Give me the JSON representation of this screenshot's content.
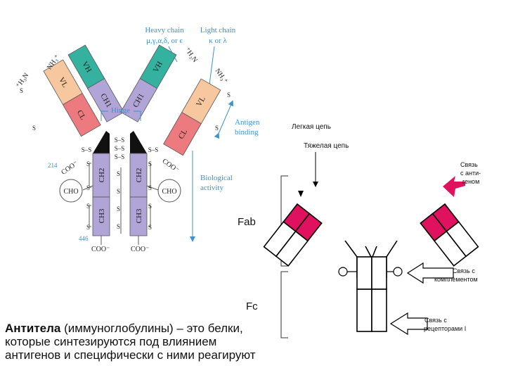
{
  "left_diagram": {
    "heavy_chain_title": "Heavy chain",
    "heavy_chain_types": "μ,γ,α,δ, or ϵ",
    "light_chain_title": "Light chain",
    "light_chain_types": "κ or λ",
    "nh3_left": "⁺H₃N",
    "nh3_left_inner": "NH₃⁺",
    "nh3_right_inner": "⁺H₃N",
    "nh3_right": "NH₃⁺",
    "hinge": "Hinge",
    "antigen_binding_1": "Antigen",
    "antigen_binding_2": "binding",
    "biological_activity_1": "Biological",
    "biological_activity_2": "activity",
    "cho": "CHO",
    "coo": "COO⁻",
    "residue_214": "214",
    "residue_446": "446",
    "bond_s": "S",
    "bond_ss": "S–S",
    "domains": {
      "vl": "VL",
      "cl": "CL",
      "vh": "VH",
      "ch1": "CH1",
      "ch2": "CH2",
      "ch3": "CH3"
    },
    "colors": {
      "vl": "#f7c7a0",
      "cl": "#ec7a7e",
      "vh": "#35b1a0",
      "ch": "#b1a4d6",
      "hinge": "#111111",
      "annotation": "#3b93cf"
    }
  },
  "right_diagram": {
    "light_chain_label": "Легкая цепь",
    "heavy_chain_label": "Тяжелая цепь",
    "antigen_binding_1": "Связь",
    "antigen_binding_2": "с анти-",
    "antigen_binding_3": "геном",
    "complement_1": "Связь с",
    "complement_2": "комплементом",
    "receptor_1": "Связь с",
    "receptor_2": "рецепторами I",
    "fab": "Fab",
    "fc": "Fc",
    "colors": {
      "antigen_site": "#e0115f",
      "outline": "#000000"
    }
  },
  "caption": {
    "bold": "Антитела",
    "rest": " (иммуноглобулины) – это белки, которые синтезируются под влиянием антигенов и специфически с ними реагируют"
  }
}
